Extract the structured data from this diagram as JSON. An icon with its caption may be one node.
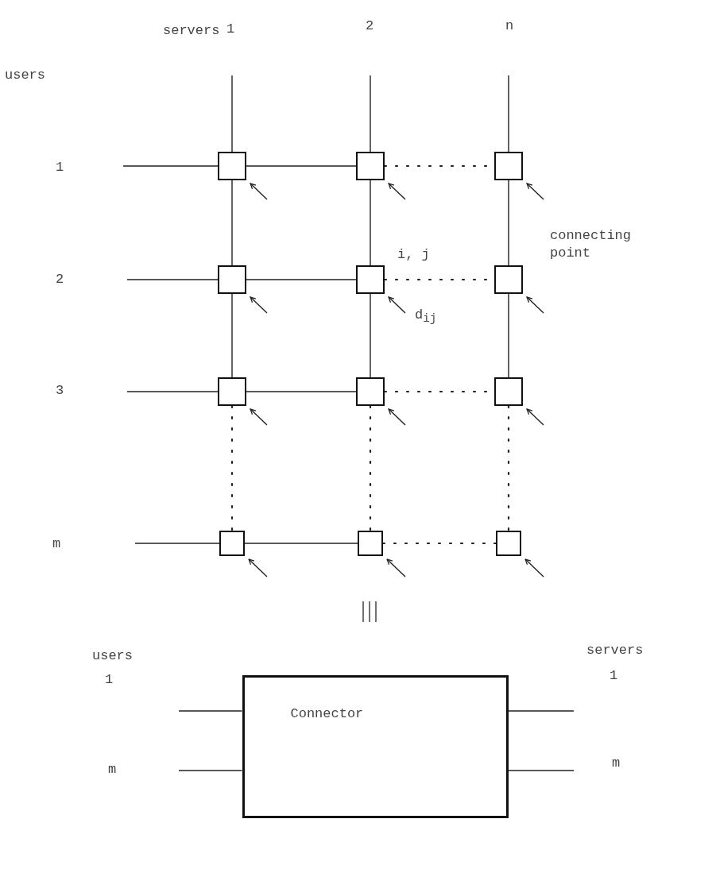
{
  "diagram": {
    "nodes": [
      {
        "text": [],
        "shape": "box"
      },
      {
        "text": [],
        "shape": "box"
      },
      {
        "text": [],
        "shape": "box"
      },
      {
        "text": [],
        "shape": "box"
      },
      {
        "text": [],
        "shape": "box"
      },
      {
        "text": [],
        "shape": "box"
      },
      {
        "text": [],
        "shape": "box"
      },
      {
        "text": [],
        "shape": "box"
      },
      {
        "text": [],
        "shape": "box"
      },
      {
        "text": [],
        "shape": "box"
      },
      {
        "text": [],
        "shape": "box"
      },
      {
        "text": [],
        "shape": "box"
      },
      {
        "text": [
          "Connector"
        ]
      }
    ],
    "edges": [
      {
        "from": null,
        "to": 0,
        "arrow": "none"
      },
      {
        "from": null,
        "to": 1,
        "arrow": "none"
      },
      {
        "from": null,
        "to": 2,
        "arrow": "none"
      },
      {
        "from": null,
        "to": 0,
        "arrow": "none"
      },
      {
        "from": 0,
        "to": 1,
        "arrow": "none"
      },
      {
        "from": 1,
        "to": 2,
        "arrow": "none",
        "style": "dashed"
      },
      {
        "from": null,
        "to": 3,
        "arrow": "none"
      },
      {
        "from": 3,
        "to": 4,
        "arrow": "none"
      },
      {
        "from": 4,
        "to": 5,
        "arrow": "none",
        "style": "dashed"
      },
      {
        "from": null,
        "to": 6,
        "arrow": "none"
      },
      {
        "from": 6,
        "to": 7,
        "arrow": "none"
      },
      {
        "from": 7,
        "to": 8,
        "arrow": "none",
        "style": "dashed"
      },
      {
        "from": null,
        "to": 9,
        "arrow": "none"
      },
      {
        "from": 9,
        "to": 10,
        "arrow": "none"
      },
      {
        "from": 10,
        "to": 11,
        "arrow": "none",
        "style": "dashed"
      },
      {
        "from": 0,
        "to": 3,
        "arrow": "none"
      },
      {
        "from": 1,
        "to": 4,
        "arrow": "none"
      },
      {
        "from": 2,
        "to": 5,
        "arrow": "none"
      },
      {
        "from": 3,
        "to": 6,
        "arrow": "none"
      },
      {
        "from": 4,
        "to": 7,
        "arrow": "none"
      },
      {
        "from": 5,
        "to": 8,
        "arrow": "none"
      },
      {
        "from": 6,
        "to": 9,
        "arrow": "none",
        "style": "dashed"
      },
      {
        "from": 7,
        "to": 10,
        "arrow": "none",
        "style": "dashed"
      },
      {
        "from": 8,
        "to": 11,
        "arrow": "none",
        "style": "dashed"
      },
      {
        "from": null,
        "to": 0,
        "arrow": "to"
      },
      {
        "from": null,
        "to": 1,
        "arrow": "to"
      },
      {
        "from": null,
        "to": 2,
        "arrow": "to"
      },
      {
        "from": null,
        "to": 3,
        "arrow": "to"
      },
      {
        "from": null,
        "to": 4,
        "arrow": "to"
      },
      {
        "from": null,
        "to": 5,
        "arrow": "to"
      },
      {
        "from": null,
        "to": 6,
        "arrow": "to"
      },
      {
        "from": null,
        "to": 7,
        "arrow": "to"
      },
      {
        "from": null,
        "to": 8,
        "arrow": "to"
      },
      {
        "from": null,
        "to": 9,
        "arrow": "to"
      },
      {
        "from": null,
        "to": 10,
        "arrow": "to"
      },
      {
        "from": null,
        "to": 11,
        "arrow": "to"
      },
      {
        "from": null,
        "to": 12,
        "arrow": "none"
      },
      {
        "from": null,
        "to": 12,
        "arrow": "none"
      },
      {
        "from": 12,
        "to": null,
        "arrow": "none"
      },
      {
        "from": 12,
        "to": null,
        "arrow": "none"
      }
    ],
    "labels": [
      "servers",
      "1",
      "2",
      "n",
      "users",
      "1",
      "i, j",
      "connecting point",
      "2",
      "d$_{ij}$",
      "3",
      "m",
      "users",
      "servers",
      "1",
      "1",
      "m",
      "m"
    ]
  }
}
